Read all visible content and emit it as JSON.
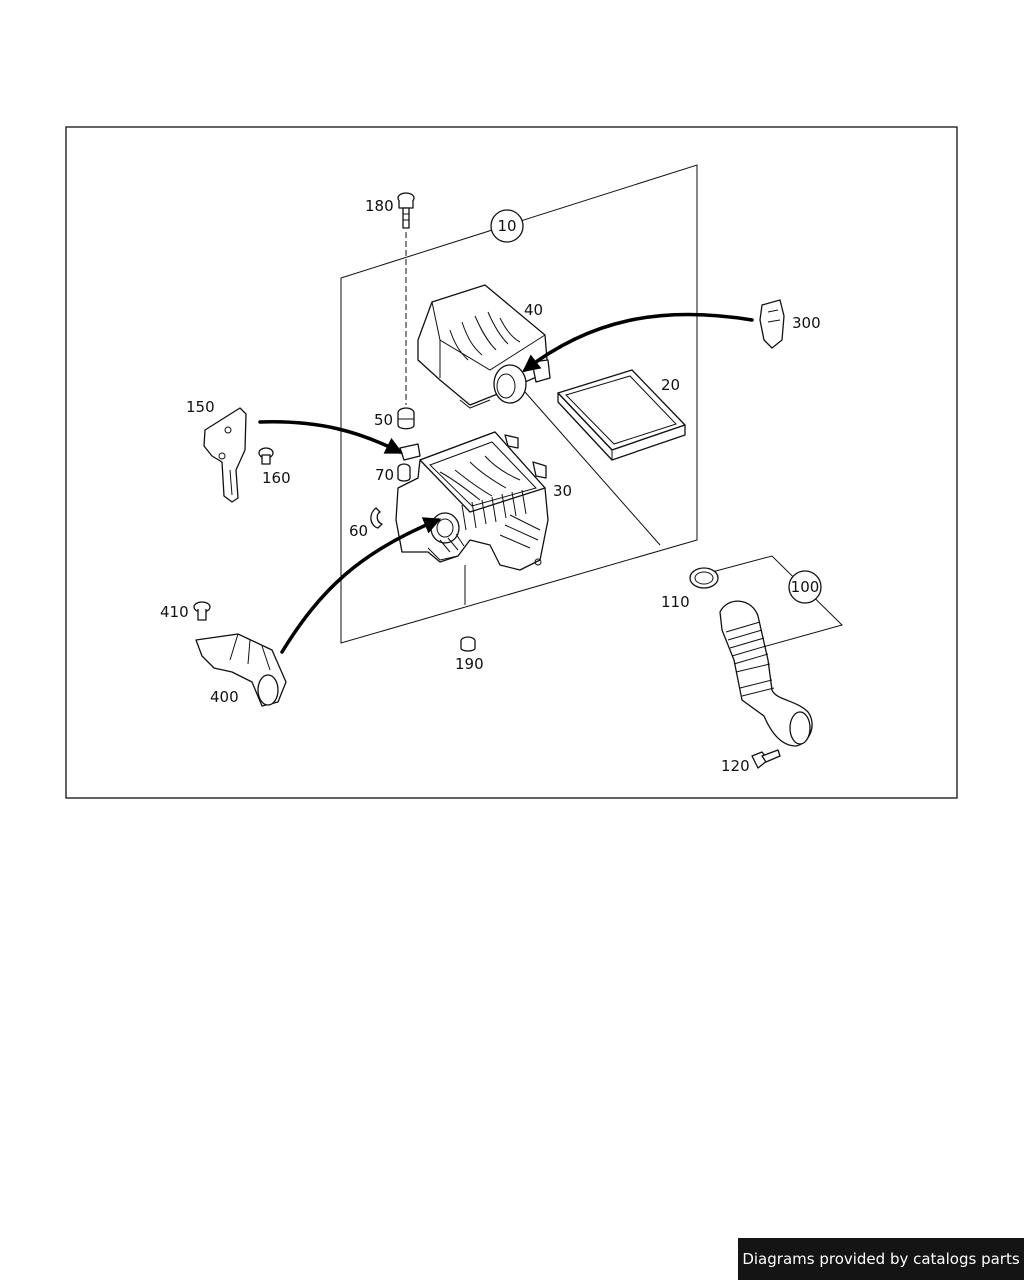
{
  "diagram": {
    "callouts": {
      "p10": "10",
      "p20": "20",
      "p30": "30",
      "p40": "40",
      "p50": "50",
      "p60": "60",
      "p70": "70",
      "p100": "100",
      "p110": "110",
      "p120": "120",
      "p150": "150",
      "p160": "160",
      "p180": "180",
      "p190": "190",
      "p300": "300",
      "p400": "400",
      "p410": "410"
    }
  },
  "footer": {
    "credit": "Diagrams provided by catalogs parts"
  },
  "colors": {
    "line": "#111111",
    "footer_bg": "#141414",
    "footer_text": "#ffffff"
  }
}
